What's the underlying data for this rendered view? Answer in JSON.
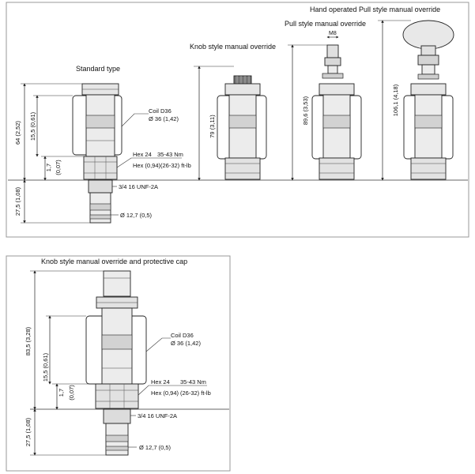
{
  "top_panel": {
    "views": {
      "standard": {
        "title": "Standard type"
      },
      "knob": {
        "title": "Knob style manual override"
      },
      "pull": {
        "title": "Pull style manual override"
      },
      "hand_pull": {
        "title": "Hand operated Pull style manual override"
      }
    },
    "dims": {
      "h64": "64 (2,52)",
      "h15": "15,5 (0,61)",
      "h17": "1,7",
      "h007": "(0,07)",
      "h275": "27,5 (1,08)",
      "h79": "79 (3,11)",
      "h896": "89,6 (3,53)",
      "h1061": "106,1 (4,18)",
      "m8": "M8"
    },
    "callouts": {
      "coil": "Coil D36",
      "coil_dia": "Ø 36 (1,42)",
      "hex": "Hex 24",
      "hex_in": "Hex (0,94)",
      "torque_nm": "35-43 Nm",
      "torque_ftlb": "(26-32) ft-lb",
      "thread": "3/4 16 UNF-2A",
      "dia127": "Ø 12,7 (0,5)"
    }
  },
  "bottom_panel": {
    "title": "Knob style manual override and protective cap",
    "dims": {
      "h835": "83,5 (3,28)",
      "h15": "15,5 (0,61)",
      "h17": "1,7",
      "h007": "(0,07)",
      "h275": "27,5 (1,08)"
    },
    "callouts": {
      "coil": "Coil D36",
      "coil_dia": "Ø 36 (1,42)",
      "hex": "Hex 24",
      "hex_in": "Hex (0,94)",
      "torque_nm": "35-43 Nm",
      "torque_ftlb": "(26-32) ft-lb",
      "thread": "3/4 16 UNF-2A",
      "dia127": "Ø 12,7 (0,5)"
    }
  }
}
